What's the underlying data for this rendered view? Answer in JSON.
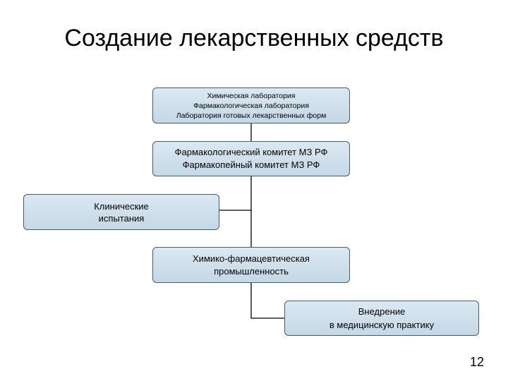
{
  "title": "Создание лекарственных средств",
  "boxes": {
    "labs": {
      "lines": [
        "Химическая лаборатория",
        "Фармакологическая лаборатория",
        "Лаборатория готовых лекарственных форм"
      ]
    },
    "committees": {
      "lines": [
        "Фармакологический комитет МЗ РФ",
        "Фармакопейный комитет МЗ РФ"
      ]
    },
    "clinical": {
      "lines": [
        "Клинические",
        "испытания"
      ]
    },
    "industry": {
      "lines": [
        "Химико-фармацевтическая",
        "промышленность"
      ]
    },
    "practice": {
      "lines": [
        "Внедрение",
        "в медицинскую практику"
      ]
    }
  },
  "page_number": "12"
}
